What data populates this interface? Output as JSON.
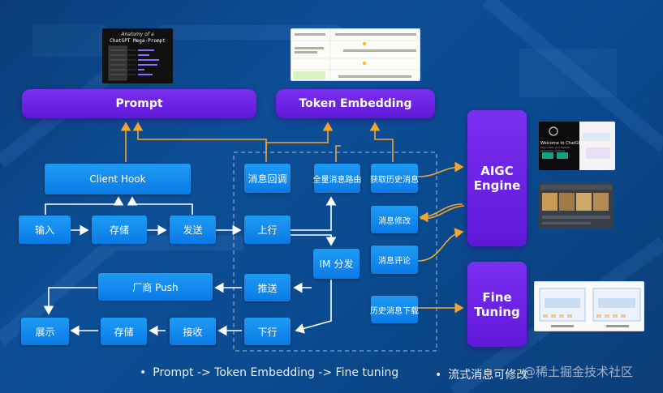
{
  "top": {
    "prompt": "Prompt",
    "token_embedding": "Token Embedding"
  },
  "thumb_mega_prompt": {
    "line1": "Anatomy of a",
    "line2": "ChatGPT Mega-Prompt"
  },
  "client": {
    "client_hook": "Client Hook",
    "input": "输入",
    "store": "存储",
    "send": "发送",
    "vendor_push": "厂商 Push",
    "display": "展示",
    "store2": "存储",
    "receive": "接收"
  },
  "server": {
    "msg_callback": "消息回调",
    "full_routing": "全量消息路由",
    "fetch_history": "获取历史消息",
    "upstream": "上行",
    "msg_edit": "消息修改",
    "msg_comment": "消息评论",
    "im_dispatch": "IM 分发",
    "push": "推送",
    "downstream": "下行",
    "history_download": "历史消息下载"
  },
  "right": {
    "aigc_line1": "AIGC",
    "aigc_line2": "Engine",
    "fine_line1": "Fine",
    "fine_line2": "Tuning"
  },
  "thumb_chatgpt": {
    "text1": "Welcome to ChatGPT",
    "text2": "Log in with your OpenAI account to continue"
  },
  "footer": {
    "bullet1": "Prompt -> Token Embedding -> Fine tuning",
    "bullet2": "流式消息可修改"
  },
  "watermark": "@稀土掘金技术社区",
  "colors": {
    "orange": "#f5a431",
    "white": "#ffffff",
    "purple": "#6b22e6",
    "blue": "#0f86ee"
  }
}
